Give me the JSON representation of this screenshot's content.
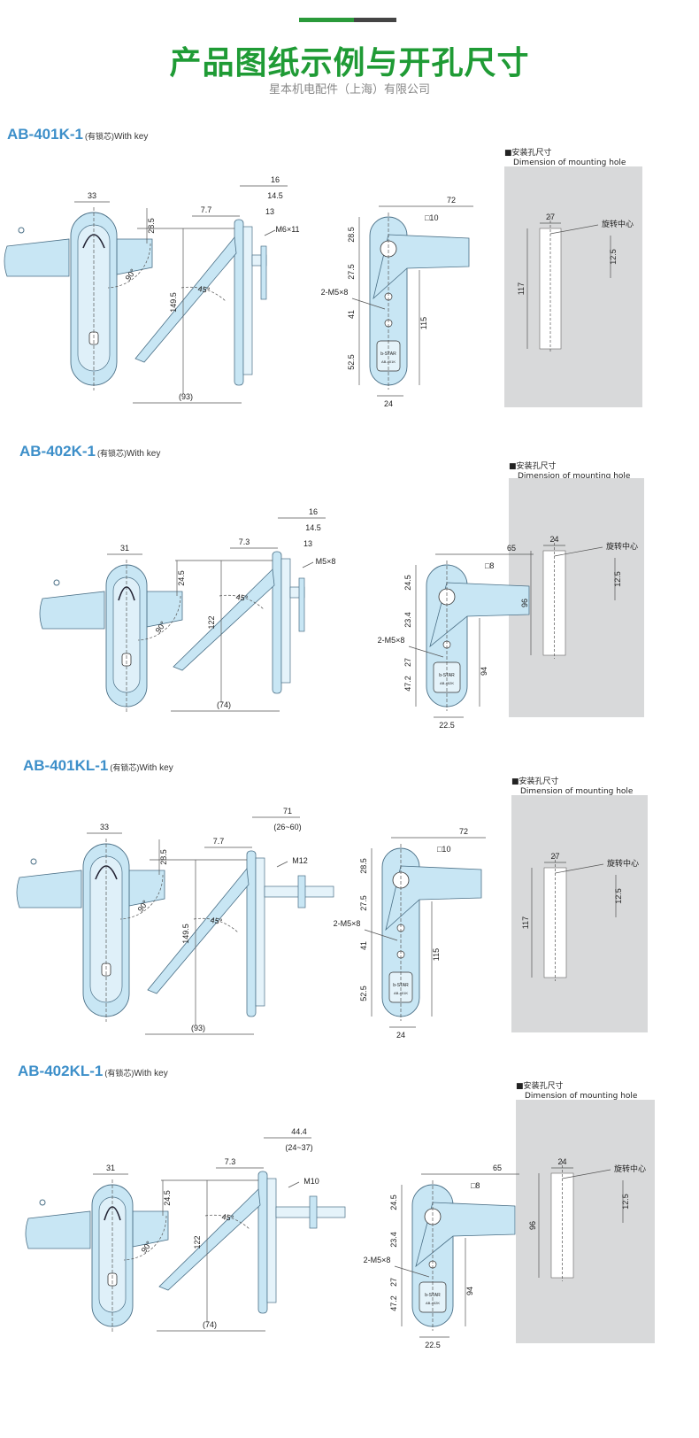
{
  "header": {
    "title": "产品图纸示例与开孔尺寸",
    "subtitle": "星本机电配件（上海）有限公司"
  },
  "colors": {
    "title_green": "#1f9b35",
    "model_blue": "#3d8fc9",
    "part_fill": "#c8e6f4",
    "part_stroke": "#4a6f86",
    "panel_grey": "#d8d9da"
  },
  "sections": [
    {
      "model": "AB-401K-1",
      "note": "(有锁芯)",
      "with_key": "With key",
      "front": {
        "d1": "33",
        "d2": "28.5",
        "angle": "90°"
      },
      "side": {
        "d16": "16",
        "d145": "14.5",
        "d13": "13",
        "d77": "7.7",
        "thread": "M6×11",
        "height": "149.5",
        "angle": "45°",
        "depth": "(93)"
      },
      "rear": {
        "width": "72",
        "sq": "□10",
        "a": "28.5",
        "b": "27.5",
        "screws": "2-M5×8",
        "c": "41",
        "d": "52.5",
        "e": "115",
        "bottom": "24",
        "brand": "b-STAR",
        "code": "AB-401K"
      },
      "hole": {
        "cap1": "■安装孔尺寸",
        "cap2": "Dimension of mounting hole",
        "w": "27",
        "h": "117",
        "off": "12.5",
        "center": "旋转中心"
      }
    },
    {
      "model": "AB-402K-1",
      "note": "(有锁芯)",
      "with_key": "With key",
      "front": {
        "d1": "31",
        "d2": "24.5",
        "angle": "90°"
      },
      "side": {
        "d16": "16",
        "d145": "14.5",
        "d13": "13",
        "d77": "7.3",
        "thread": "M5×8",
        "height": "122",
        "angle": "45°",
        "depth": "(74)"
      },
      "rear": {
        "width": "65",
        "sq": "□8",
        "a": "24.5",
        "b": "23.4",
        "screws": "2-M5×8",
        "c": "27",
        "d": "47.2",
        "e": "94",
        "bottom": "22.5",
        "brand": "b-STAR",
        "code": "AB-402K"
      },
      "hole": {
        "cap1": "■安装孔尺寸",
        "cap2": "Dimension of mounting hole",
        "w": "24",
        "h": "96",
        "off": "12.5",
        "center": "旋转中心"
      }
    },
    {
      "model": "AB-401KL-1",
      "note": "(有锁芯)",
      "with_key": "With key",
      "front": {
        "d1": "33",
        "d2": "28.5",
        "angle": "90°"
      },
      "side": {
        "d16": "71",
        "d145": "(26~60)",
        "d13": "",
        "d77": "7.7",
        "thread": "M12",
        "height": "149.5",
        "angle": "45°",
        "depth": "(93)"
      },
      "rear": {
        "width": "72",
        "sq": "□10",
        "a": "28.5",
        "b": "27.5",
        "screws": "2-M5×8",
        "c": "41",
        "d": "52.5",
        "e": "115",
        "bottom": "24",
        "brand": "b-STAR",
        "code": "AB-401K"
      },
      "hole": {
        "cap1": "■安装孔尺寸",
        "cap2": "Dimension of mounting hole",
        "w": "27",
        "h": "117",
        "off": "12.5",
        "center": "旋转中心"
      }
    },
    {
      "model": "AB-402KL-1",
      "note": "(有锁芯)",
      "with_key": "With key",
      "front": {
        "d1": "31",
        "d2": "24.5",
        "angle": "90°"
      },
      "side": {
        "d16": "44.4",
        "d145": "(24~37)",
        "d13": "",
        "d77": "7.3",
        "thread": "M10",
        "height": "122",
        "angle": "45°",
        "depth": "(74)"
      },
      "rear": {
        "width": "65",
        "sq": "□8",
        "a": "24.5",
        "b": "23.4",
        "screws": "2-M5×8",
        "c": "27",
        "d": "47.2",
        "e": "94",
        "bottom": "22.5",
        "brand": "b-STAR",
        "code": "AB-402K"
      },
      "hole": {
        "cap1": "■安装孔尺寸",
        "cap2": "Dimension of mounting hole",
        "w": "24",
        "h": "96",
        "off": "12.5",
        "center": "旋转中心"
      }
    }
  ]
}
